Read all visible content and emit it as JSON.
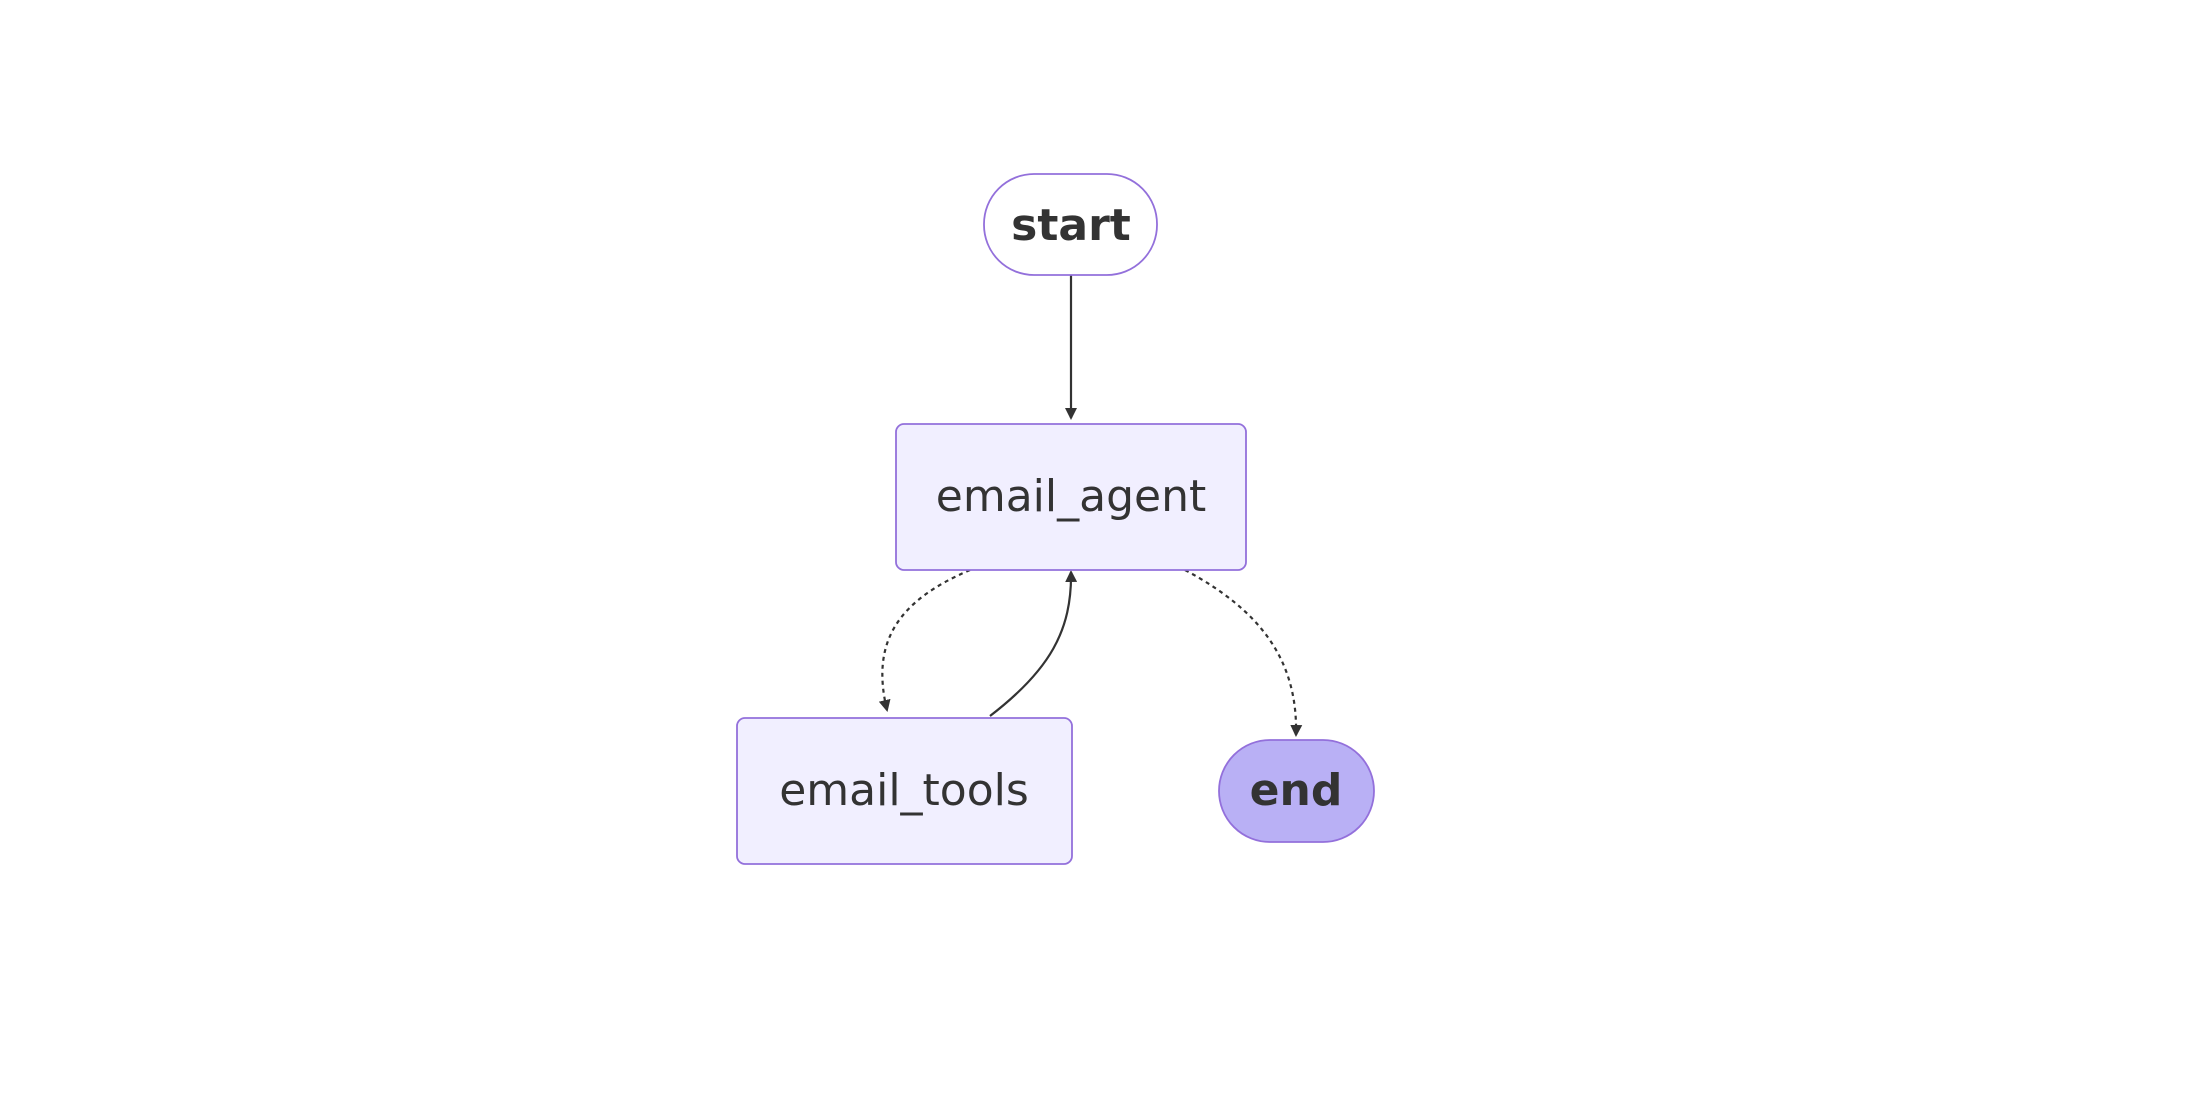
{
  "diagram": {
    "nodes": {
      "start": {
        "label": "start",
        "fill": "#ffffff",
        "shape": "stadium"
      },
      "email_agent": {
        "label": "email_agent",
        "fill": "#f1efff",
        "shape": "rounded-rect"
      },
      "email_tools": {
        "label": "email_tools",
        "fill": "#f1efff",
        "shape": "rounded-rect"
      },
      "end": {
        "label": "end",
        "fill": "#b9b0f5",
        "shape": "stadium"
      }
    },
    "edges": [
      {
        "from": "start",
        "to": "email_agent",
        "style": "solid"
      },
      {
        "from": "email_agent",
        "to": "email_tools",
        "style": "dashed"
      },
      {
        "from": "email_tools",
        "to": "email_agent",
        "style": "solid"
      },
      {
        "from": "email_agent",
        "to": "end",
        "style": "dashed"
      }
    ],
    "colors": {
      "border": "#9370db",
      "edge": "#333333",
      "text": "#333333"
    }
  }
}
